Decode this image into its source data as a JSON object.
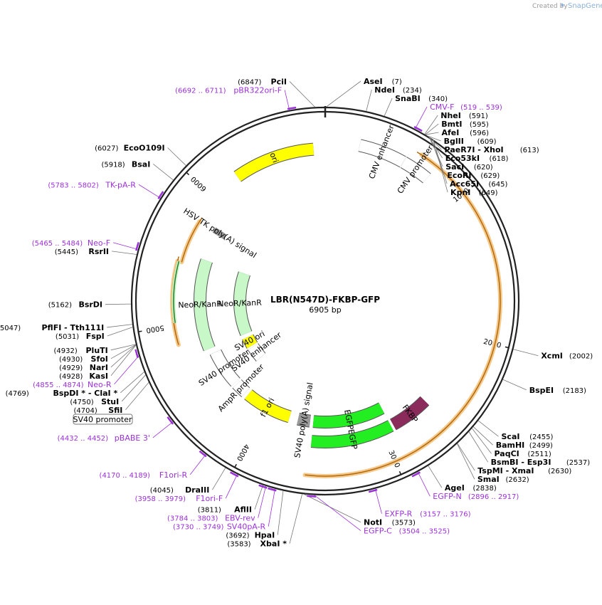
{
  "plasmid": {
    "name": "LBR(N547D)-FKBP-GFP",
    "length_label": "6905 bp",
    "length": 6905
  },
  "credit": {
    "prefix": "Created by",
    "brand": "SnapGene"
  },
  "ticks": [
    {
      "pos": 1000,
      "label": "1000"
    },
    {
      "pos": 2000,
      "label": "2000"
    },
    {
      "pos": 3000,
      "label": "3000"
    },
    {
      "pos": 4000,
      "label": "4000"
    },
    {
      "pos": 5000,
      "label": "5000"
    },
    {
      "pos": 6000,
      "label": "6000"
    }
  ],
  "sites": [
    {
      "name": "AseI",
      "pos_label": "(7)",
      "pos": 7,
      "side": "right"
    },
    {
      "name": "NdeI",
      "pos_label": "(234)",
      "pos": 234,
      "side": "right"
    },
    {
      "name": "SnaBI",
      "pos_label": "(340)",
      "pos": 340,
      "side": "right"
    },
    {
      "name": "NheI",
      "pos_label": "(591)",
      "pos": 591,
      "side": "right"
    },
    {
      "name": "BmtI",
      "pos_label": "(595)",
      "pos": 595,
      "side": "right"
    },
    {
      "name": "AfeI",
      "pos_label": "(596)",
      "pos": 596,
      "side": "right"
    },
    {
      "name": "BglII",
      "pos_label": "(609)",
      "pos": 609,
      "side": "right"
    },
    {
      "name": "PaeR7I - XhoI",
      "pos_label": "(613)",
      "pos": 613,
      "side": "right"
    },
    {
      "name": "Eco53kI",
      "pos_label": "(618)",
      "pos": 618,
      "side": "right"
    },
    {
      "name": "SacI",
      "pos_label": "(620)",
      "pos": 620,
      "side": "right"
    },
    {
      "name": "EcoRI",
      "pos_label": "(629)",
      "pos": 629,
      "side": "right"
    },
    {
      "name": "Acc65I",
      "pos_label": "(645)",
      "pos": 645,
      "side": "right"
    },
    {
      "name": "KpnI",
      "pos_label": "(649)",
      "pos": 649,
      "side": "right"
    },
    {
      "name": "XcmI",
      "pos_label": "(2002)",
      "pos": 2002,
      "side": "right"
    },
    {
      "name": "BspEI",
      "pos_label": "(2183)",
      "pos": 2183,
      "side": "right"
    },
    {
      "name": "ScaI",
      "pos_label": "(2455)",
      "pos": 2455,
      "side": "right"
    },
    {
      "name": "BamHI",
      "pos_label": "(2499)",
      "pos": 2499,
      "side": "right"
    },
    {
      "name": "PaqCI",
      "pos_label": "(2511)",
      "pos": 2511,
      "side": "right"
    },
    {
      "name": "BsmBI - Esp3I",
      "pos_label": "(2537)",
      "pos": 2537,
      "side": "right"
    },
    {
      "name": "TspMI - XmaI",
      "pos_label": "(2630)",
      "pos": 2630,
      "side": "right"
    },
    {
      "name": "SmaI",
      "pos_label": "(2632)",
      "pos": 2632,
      "side": "right"
    },
    {
      "name": "AgeI",
      "pos_label": "(2838)",
      "pos": 2838,
      "side": "right"
    },
    {
      "name": "NotI",
      "pos_label": "(3573)",
      "pos": 3573,
      "side": "right"
    },
    {
      "name": "XbaI *",
      "pos_label": "(3583)",
      "pos": 3583,
      "side": "left"
    },
    {
      "name": "HpaI",
      "pos_label": "(3692)",
      "pos": 3692,
      "side": "left"
    },
    {
      "name": "AflII",
      "pos_label": "(3811)",
      "pos": 3811,
      "side": "left"
    },
    {
      "name": "DraIII",
      "pos_label": "(4045)",
      "pos": 4045,
      "side": "left"
    },
    {
      "name": "SfiI",
      "pos_label": "(4704)",
      "pos": 4704,
      "side": "left"
    },
    {
      "name": "StuI",
      "pos_label": "(4750)",
      "pos": 4750,
      "side": "left"
    },
    {
      "name": "BspDI * - ClaI *",
      "pos_label": "(4769)",
      "pos": 4769,
      "side": "left"
    },
    {
      "name": "KasI",
      "pos_label": "(4928)",
      "pos": 4928,
      "side": "left"
    },
    {
      "name": "NarI",
      "pos_label": "(4929)",
      "pos": 4929,
      "side": "left"
    },
    {
      "name": "SfoI",
      "pos_label": "(4930)",
      "pos": 4930,
      "side": "left"
    },
    {
      "name": "PluTI",
      "pos_label": "(4932)",
      "pos": 4932,
      "side": "left"
    },
    {
      "name": "FspI",
      "pos_label": "(5031)",
      "pos": 5031,
      "side": "left"
    },
    {
      "name": "PflFI - Tth111I",
      "pos_label": "(5047)",
      "pos": 5047,
      "side": "left"
    },
    {
      "name": "BsrDI",
      "pos_label": "(5162)",
      "pos": 5162,
      "side": "left"
    },
    {
      "name": "RsrII",
      "pos_label": "(5445)",
      "pos": 5445,
      "side": "left"
    },
    {
      "name": "BsaI",
      "pos_label": "(5918)",
      "pos": 5918,
      "side": "left"
    },
    {
      "name": "EcoO109I",
      "pos_label": "(6027)",
      "pos": 6027,
      "side": "left"
    },
    {
      "name": "PciI",
      "pos_label": "(6847)",
      "pos": 6847,
      "side": "left"
    }
  ],
  "primers": [
    {
      "name": "CMV-F",
      "range_label": "(519 .. 539)",
      "start": 519,
      "end": 539,
      "side": "right"
    },
    {
      "name": "EGFP-N",
      "range_label": "(2896 .. 2917)",
      "start": 2896,
      "end": 2917,
      "side": "right"
    },
    {
      "name": "EXFP-R",
      "range_label": "(3157 .. 3176)",
      "start": 3157,
      "end": 3176,
      "side": "right"
    },
    {
      "name": "EGFP-C",
      "range_label": "(3504 .. 3525)",
      "start": 3504,
      "end": 3525,
      "side": "right"
    },
    {
      "name": "SV40pA-R",
      "range_label": "(3730 .. 3749)",
      "start": 3730,
      "end": 3749,
      "side": "left"
    },
    {
      "name": "EBV-rev",
      "range_label": "(3784 .. 3803)",
      "start": 3784,
      "end": 3803,
      "side": "left"
    },
    {
      "name": "F1ori-F",
      "range_label": "(3958 .. 3979)",
      "start": 3958,
      "end": 3979,
      "side": "left"
    },
    {
      "name": "F1ori-R",
      "range_label": "(4170 .. 4189)",
      "start": 4170,
      "end": 4189,
      "side": "left"
    },
    {
      "name": "pBABE 3'",
      "range_label": "(4432 .. 4452)",
      "start": 4432,
      "end": 4452,
      "side": "left"
    },
    {
      "name": "Neo-R",
      "range_label": "(4855 .. 4874)",
      "start": 4855,
      "end": 4874,
      "side": "left"
    },
    {
      "name": "Neo-F",
      "range_label": "(5465 .. 5484)",
      "start": 5465,
      "end": 5484,
      "side": "left"
    },
    {
      "name": "TK-pA-R",
      "range_label": "(5783 .. 5802)",
      "start": 5783,
      "end": 5802,
      "side": "left"
    },
    {
      "name": "pBR322ori-F",
      "range_label": "(6692 .. 6711)",
      "start": 6692,
      "end": 6711,
      "side": "left"
    }
  ],
  "features": [
    {
      "name": "CMV enhancer",
      "start": 240,
      "end": 560,
      "color": "#ffffff"
    },
    {
      "name": "CMV promoter",
      "start": 565,
      "end": 760,
      "color": "#ffffff"
    },
    {
      "name": "FKBP",
      "start": 2590,
      "end": 2900,
      "color": "#8b2b5c"
    },
    {
      "name": "EGFP",
      "start": 2920,
      "end": 3560,
      "color": "#22ee22"
    },
    {
      "name": "EGFP",
      "start": 2920,
      "end": 3560,
      "color": "#22ee22"
    },
    {
      "name": "SV40 poly(A) signal",
      "start": 3590,
      "end": 3700,
      "color": "#9a9a9a"
    },
    {
      "name": "f1 ori",
      "start": 3780,
      "end": 4210,
      "color": "#ffff00"
    },
    {
      "name": "AmpR promoter",
      "start": 4240,
      "end": 4350,
      "color": "#ffffff"
    },
    {
      "name": "SV40 promoter",
      "start": 4370,
      "end": 4700,
      "color": "#ffffff"
    },
    {
      "name": "SV40 enhancer",
      "start": 4390,
      "end": 4560,
      "color": "#ffffff"
    },
    {
      "name": "SV40 ori",
      "start": 4580,
      "end": 4700,
      "color": "#ffff00"
    },
    {
      "name": "NeoR/KanR",
      "start": 4750,
      "end": 5540,
      "color": "#c8f7c8"
    },
    {
      "name": "NeoR/KanR",
      "start": 4750,
      "end": 5540,
      "color": "#c8f7c8"
    },
    {
      "name": "HSV TK poly(A) signal",
      "start": 5780,
      "end": 5830,
      "color": "#9a9a9a"
    },
    {
      "name": "ori",
      "start": 6230,
      "end": 6820,
      "color": "#ffff00"
    }
  ],
  "orange_arcs": [
    {
      "start": 640,
      "end": 3580,
      "strand": "reverse"
    },
    {
      "start": 4860,
      "end": 5470,
      "strand": "forward"
    },
    {
      "start": 5470,
      "end": 5800,
      "strand": "forward"
    }
  ],
  "green_inner_arc": {
    "start": 5020,
    "end": 5470,
    "strand": "reverse"
  },
  "sv40_promoter_box": {
    "label": "SV40 promoter"
  },
  "colors": {
    "primer": "#9b30d9",
    "backbone": "#222222",
    "highlight": "#f6c98a",
    "highlight_core": "#b06a10"
  }
}
